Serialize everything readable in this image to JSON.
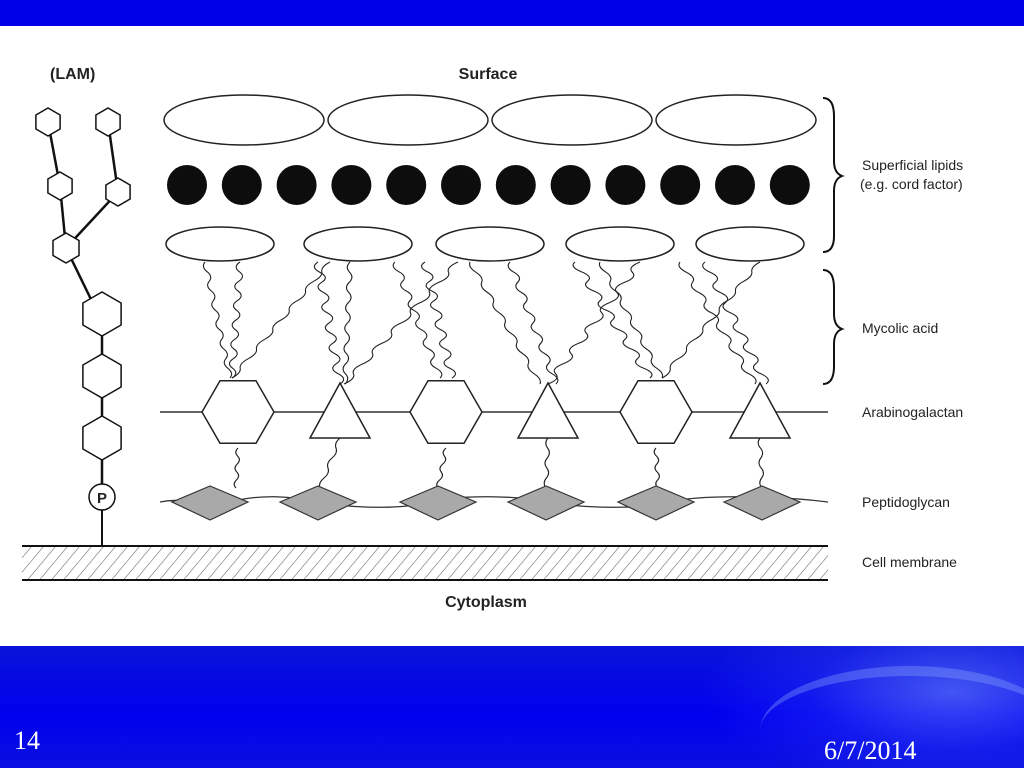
{
  "diagram": {
    "labels": {
      "lam": "(LAM)",
      "surface": "Surface",
      "cytoplasm": "Cytoplasm",
      "phosphate": "P",
      "superficial_lipids_line1": "Superficial lipids",
      "superficial_lipids_line2": "(e.g. cord factor)",
      "mycolic_acid": "Mycolic acid",
      "arabinogalactan": "Arabinogalactan",
      "peptidoglycan": "Peptidoglycan",
      "cell_membrane": "Cell membrane"
    }
  },
  "footer": {
    "slide_number": "14",
    "date": "6/7/2014"
  },
  "colors": {
    "top_bar": "#0000e6",
    "footer_band": "#0000ee",
    "peptidoglycan_fill": "#a9a9a9"
  }
}
